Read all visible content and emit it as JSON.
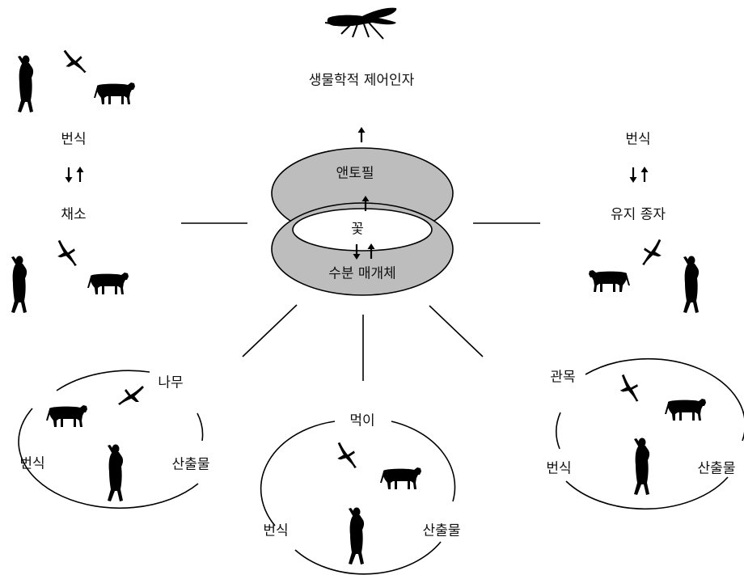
{
  "top": {
    "label": "생물학적 제어인자"
  },
  "center": {
    "upper": "앤토필",
    "middle": "꽃",
    "lower": "수분 매개체"
  },
  "left_panel": {
    "top_label": "번식",
    "bottom_label": "채소"
  },
  "right_panel": {
    "top_label": "번식",
    "bottom_label": "유지 종자"
  },
  "circle_left": {
    "top_label": "나무",
    "left_label": "번식",
    "right_label": "산출물"
  },
  "circle_middle": {
    "top_label": "먹이",
    "left_label": "번식",
    "right_label": "산출물"
  },
  "circle_right": {
    "top_label": "관목",
    "left_label": "번식",
    "right_label": "산출물"
  },
  "icons": [
    "wasp-icon",
    "woman-icon",
    "bird-icon",
    "cow-icon",
    "arrow-up-icon",
    "arrow-down-icon"
  ],
  "colors": {
    "ring_fill": "#bdbdbd",
    "stroke": "#000000",
    "background": "#ffffff"
  }
}
